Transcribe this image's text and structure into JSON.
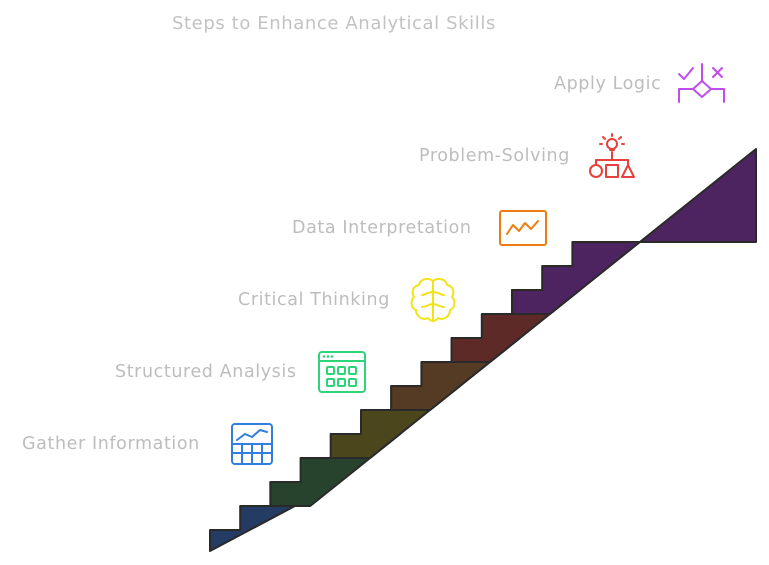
{
  "title": "Steps to Enhance Analytical Skills",
  "steps": [
    {
      "label": "Gather Information",
      "color": "#243b63",
      "icon": "spreadsheet-chart-icon",
      "icon_color": "#2f7ee0"
    },
    {
      "label": "Structured Analysis",
      "color": "#27432e",
      "icon": "dashboard-grid-icon",
      "icon_color": "#2ed47a"
    },
    {
      "label": "Critical Thinking",
      "color": "#4b461c",
      "icon": "brain-icon",
      "icon_color": "#f2e21a"
    },
    {
      "label": "Data Interpretation",
      "color": "#563b24",
      "icon": "line-chart-icon",
      "icon_color": "#f07c12"
    },
    {
      "label": "Problem-Solving",
      "color": "#5e2a27",
      "icon": "idea-hierarchy-icon",
      "icon_color": "#e8403a"
    },
    {
      "label": "Apply Logic",
      "color": "#4e2460",
      "icon": "logic-decision-icon",
      "icon_color": "#c24cf0"
    }
  ]
}
